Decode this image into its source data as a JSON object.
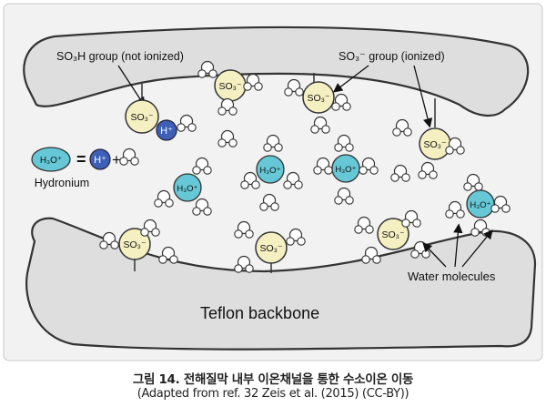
{
  "diagram": {
    "labels": {
      "so3h_group": "SO₃H group (not ionized)",
      "so3_group": "SO₃⁻ group (ionized)",
      "hydronium": "Hydronium",
      "water_molecules": "Water molecules",
      "teflon_backbone": "Teflon backbone"
    },
    "species": {
      "so3": "SO₃⁻",
      "h3o": "H₃O⁺",
      "h_plus": "H⁺"
    },
    "equation": {
      "equals": "=",
      "plus": "+"
    },
    "colors": {
      "background": "#f2f2f2",
      "membrane_fill": "#dedede",
      "membrane_stroke": "#333333",
      "so3_fill": "#f5f0c2",
      "h3o_fill": "#66c8d6",
      "h_plus_fill": "#3d5fb8",
      "water_fill": "#ffffff"
    }
  },
  "caption": {
    "title": "그림 14. 전해질막 내부 이온채널을 통한 수소이온 이동",
    "source": "(Adapted from ref. 32 Zeis et al. (2015) (CC-BY))"
  }
}
